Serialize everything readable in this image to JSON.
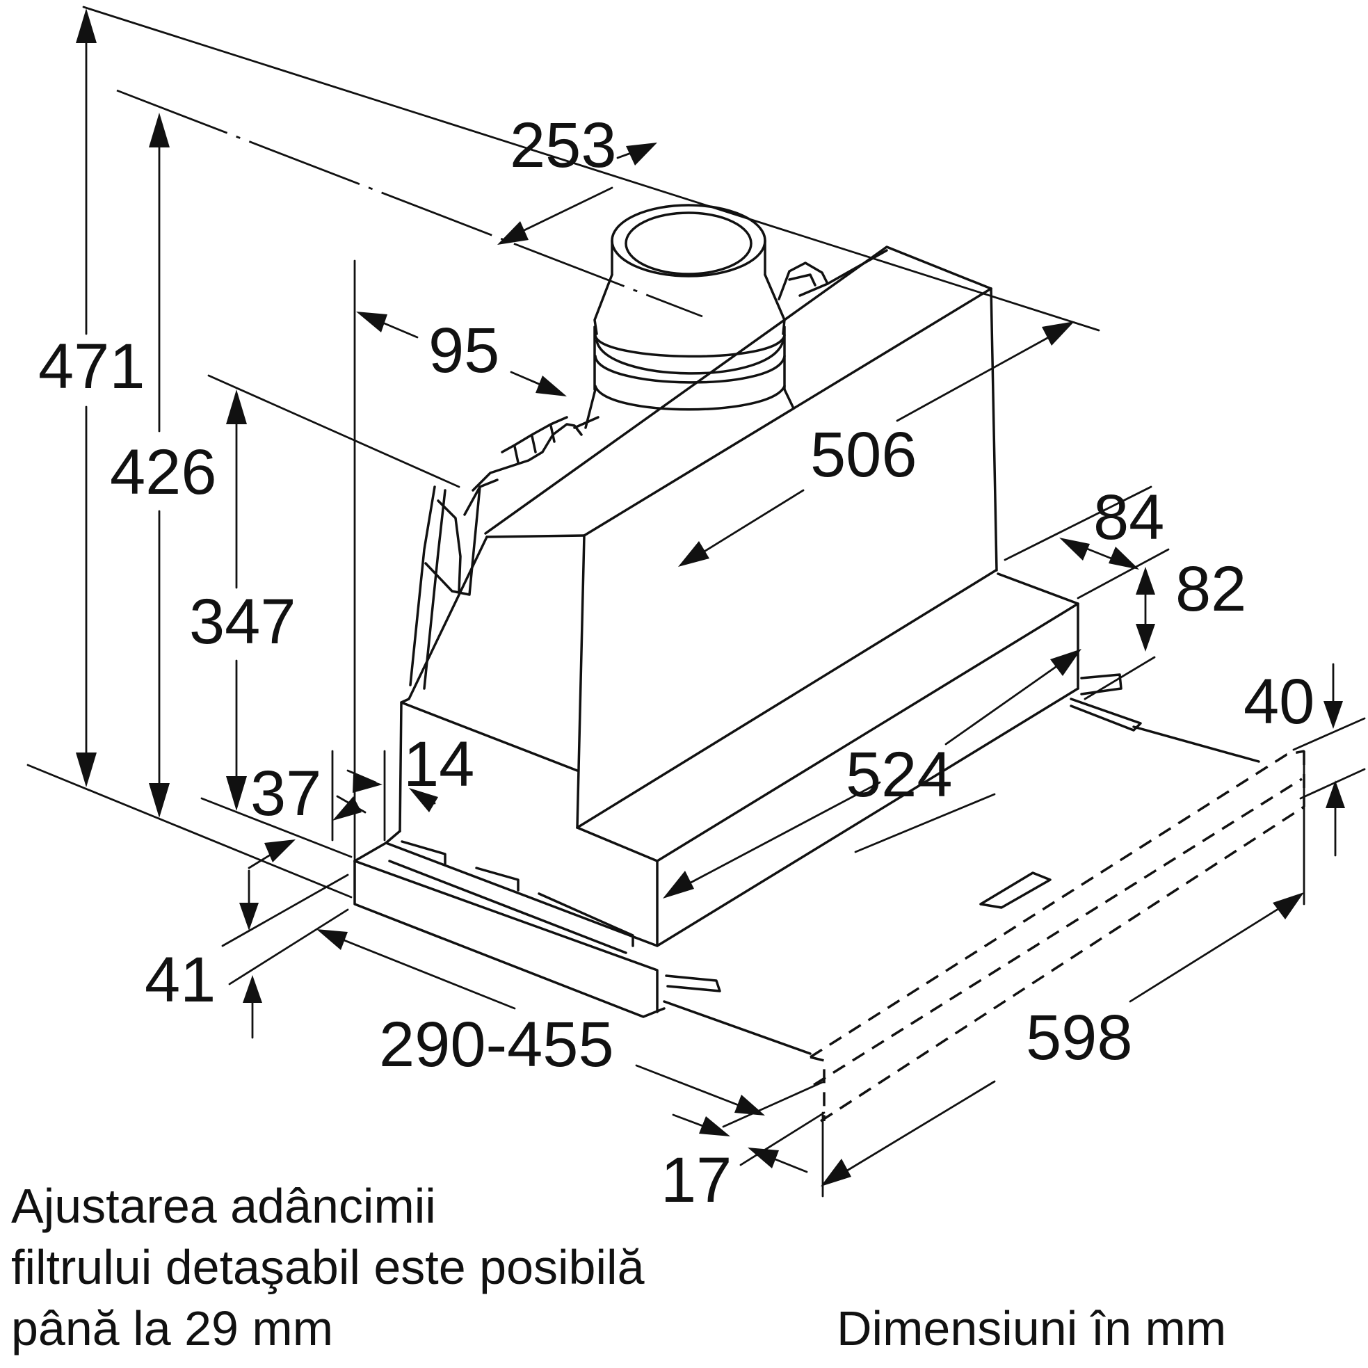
{
  "dimensions": {
    "d471": "471",
    "d426": "426",
    "d347": "347",
    "d253": "253",
    "d95": "95",
    "d506": "506",
    "d84": "84",
    "d82": "82",
    "d40": "40",
    "d524": "524",
    "d14": "14",
    "d37": "37",
    "d41": "41",
    "d290_455": "290-455",
    "d17": "17",
    "d598": "598"
  },
  "notes": {
    "line1": "Ajustarea adâncimii",
    "line2": "filtrului detaşabil este posibilă",
    "line3": "până la 29 mm",
    "units": "Dimensiuni în mm"
  }
}
